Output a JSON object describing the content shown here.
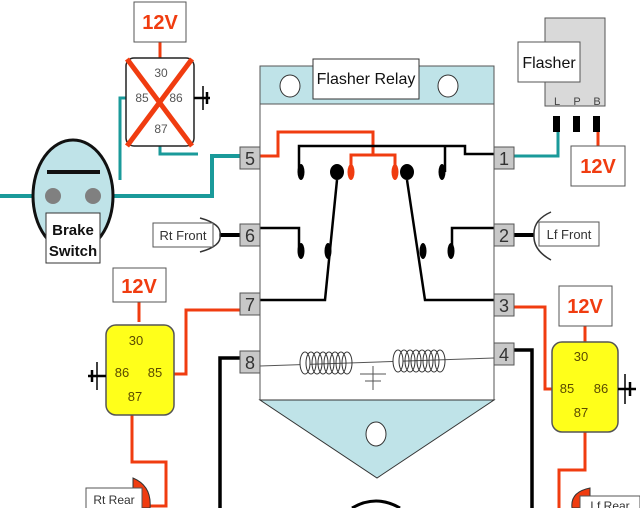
{
  "diagram": {
    "title": "Flasher Relay",
    "colors": {
      "hot_wire": "#f03c10",
      "signal_wire": "#1a9a9a",
      "ground_wire": "#000000",
      "relay_housing": "#bfe3e8",
      "aux_relay": "#ffff1a",
      "pin_box": "#c8c8c8",
      "flasher_body": "#d9d9d9"
    },
    "supply_labels": {
      "top_left": "12V",
      "flasher": "12V",
      "left_relay": "12V",
      "right_relay": "12V"
    },
    "pins": {
      "p1": "1",
      "p2": "2",
      "p3": "3",
      "p4": "4",
      "p5": "5",
      "p6": "6",
      "p7": "7",
      "p8": "8"
    },
    "crossed_relay": {
      "p30": "30",
      "p85": "85",
      "p86": "86",
      "p87": "87",
      "status": "crossed-out"
    },
    "left_relay": {
      "p30": "30",
      "p86": "86",
      "p85": "85",
      "p87": "87"
    },
    "right_relay": {
      "p30": "30",
      "p85": "85",
      "p86": "86",
      "p87": "87"
    },
    "flasher": {
      "label": "Flasher",
      "terminals": [
        "L",
        "P",
        "B"
      ]
    },
    "brake_switch": {
      "line1": "Brake",
      "line2": "Switch"
    },
    "lamps": {
      "rt_front": "Rt Front",
      "lf_front": "Lf Front",
      "rt_rear": "Rt Rear",
      "lf_rear": "Lf Rear"
    },
    "ground_symbol": "ground-icon"
  }
}
